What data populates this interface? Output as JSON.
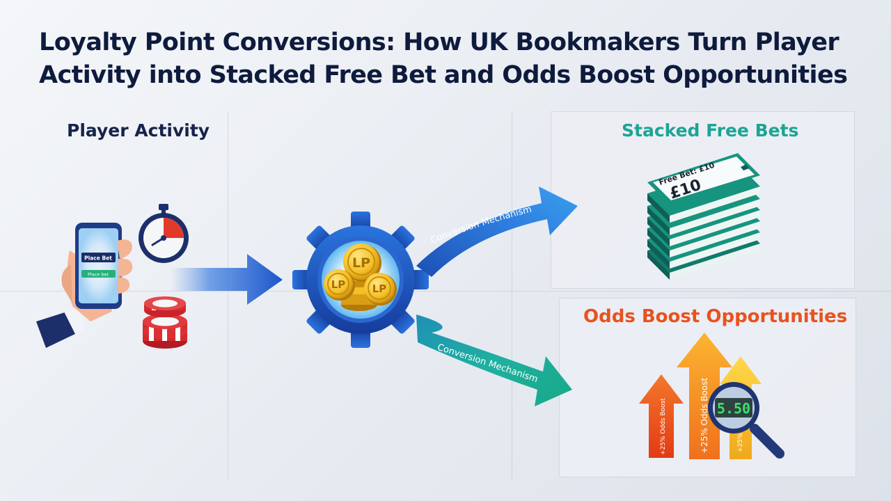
{
  "title": {
    "line1": "Loyalty Point Conversions: How UK Bookmakers Turn Player",
    "line2": "Activity into Stacked Free Bet and Odds Boost Opportunities"
  },
  "sections": {
    "player_activity": "Player Activity",
    "stacked_free_bets": "Stacked Free Bets",
    "odds_boost": "Odds Boost Opportunities"
  },
  "phone": {
    "button_primary": "Place Bet",
    "button_secondary": "Place bet"
  },
  "coins": {
    "label": "LP"
  },
  "arrows": {
    "upper_label": "Conversion Mechanism",
    "lower_label": "Conversion Mechanism"
  },
  "ticket": {
    "label": "Free Bet: £10",
    "amount": "£10"
  },
  "boost": {
    "arrow_label": "+25% Odds Boost",
    "odds_value": "5.50"
  },
  "colors": {
    "navy": "#0e1b3d",
    "teal": "#1da494",
    "orange": "#e8521e",
    "blue_arrow": "#1f5fd0"
  }
}
